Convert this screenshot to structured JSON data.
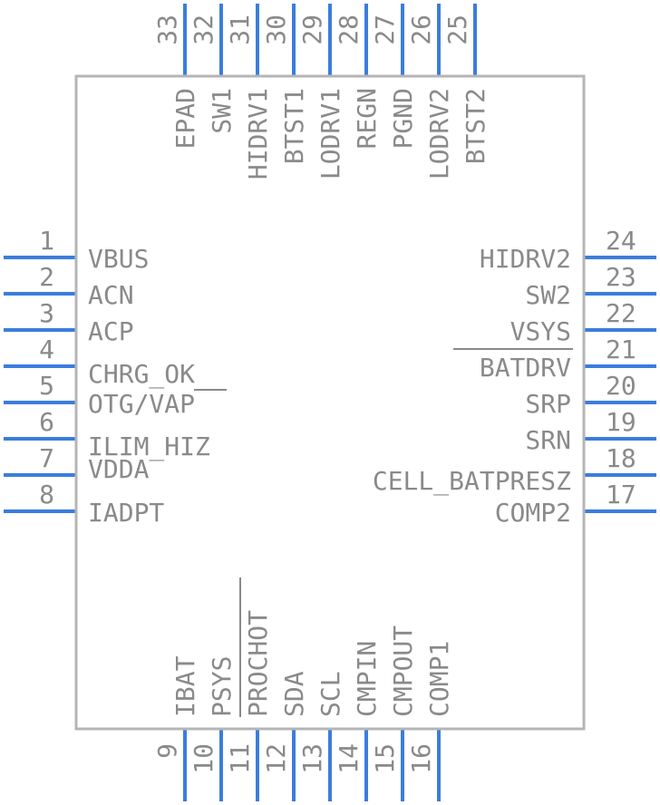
{
  "component": {
    "colors": {
      "pin": "#3b7ddd",
      "outline": "#b5b5b5",
      "text": "#8a8a8a",
      "background": "#ffffff"
    },
    "left_pins": [
      {
        "num": "1",
        "name": "VBUS"
      },
      {
        "num": "2",
        "name": "ACN"
      },
      {
        "num": "3",
        "name": "ACP"
      },
      {
        "num": "4",
        "name": "CHRG_OK"
      },
      {
        "num": "5",
        "name": "OTG/VAP"
      },
      {
        "num": "6",
        "name": "ILIM_HIZ"
      },
      {
        "num": "7",
        "name": "VDDA"
      },
      {
        "num": "8",
        "name": "IADPT"
      }
    ],
    "bottom_pins": [
      {
        "num": "9",
        "name": "IBAT"
      },
      {
        "num": "10",
        "name": "PSYS"
      },
      {
        "num": "11",
        "name": "PROCHOT"
      },
      {
        "num": "12",
        "name": "SDA"
      },
      {
        "num": "13",
        "name": "SCL"
      },
      {
        "num": "14",
        "name": "CMPIN"
      },
      {
        "num": "15",
        "name": "CMPOUT"
      },
      {
        "num": "16",
        "name": "COMP1"
      }
    ],
    "right_pins": [
      {
        "num": "24",
        "name": "HIDRV2"
      },
      {
        "num": "23",
        "name": "SW2"
      },
      {
        "num": "22",
        "name": "VSYS"
      },
      {
        "num": "21",
        "name": "BATDRV"
      },
      {
        "num": "20",
        "name": "SRP"
      },
      {
        "num": "19",
        "name": "SRN"
      },
      {
        "num": "18",
        "name": "CELL_BATPRESZ"
      },
      {
        "num": "17",
        "name": "COMP2"
      }
    ],
    "top_pins": [
      {
        "num": "33",
        "name": "EPAD"
      },
      {
        "num": "32",
        "name": "SW1"
      },
      {
        "num": "31",
        "name": "HIDRV1"
      },
      {
        "num": "30",
        "name": "BTST1"
      },
      {
        "num": "29",
        "name": "LODRV1"
      },
      {
        "num": "28",
        "name": "REGN"
      },
      {
        "num": "27",
        "name": "PGND"
      },
      {
        "num": "26",
        "name": "LODRV2"
      },
      {
        "num": "25",
        "name": "BTST2"
      }
    ]
  }
}
